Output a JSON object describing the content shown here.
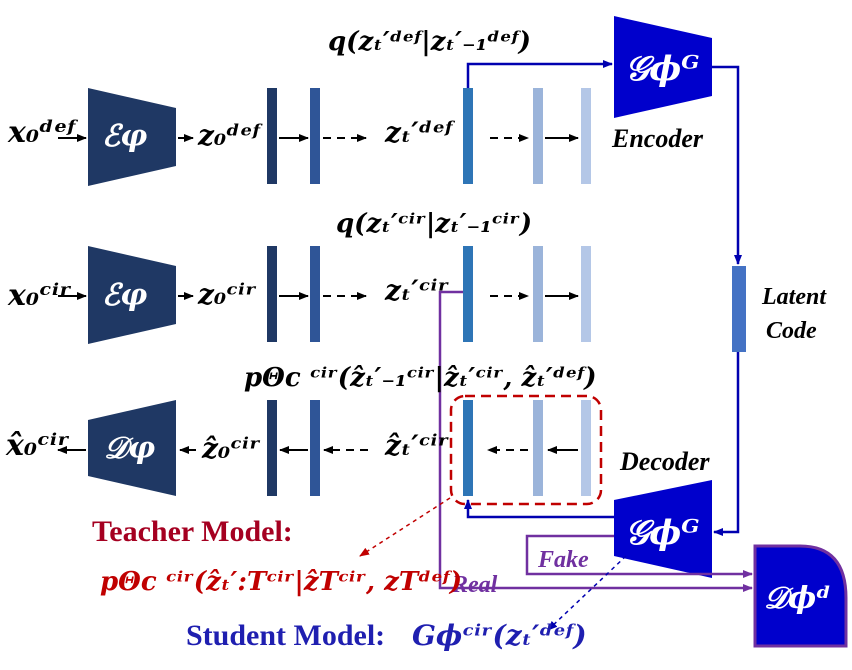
{
  "colors": {
    "dark_navy": "#1f3864",
    "bar_mid": "#2e75b6",
    "bar_light": "#9bb4da",
    "bar_lighter": "#b4c7e7",
    "gen_blue": "#0000cc",
    "line_blue": "#0000b0",
    "purple": "#7030a0",
    "teacher_red": "#a50021",
    "dashed_box": "#c00000"
  },
  "icons": {
    "encoder_trapezoid": "encoder-trapezoid-icon",
    "decoder_trapezoid": "decoder-trapezoid-icon",
    "discriminator_shape": "discriminator-d-shape-icon"
  },
  "row1": {
    "input": "x₀ᵈᵉᶠ",
    "encoder": "ℰφ",
    "latent0": "z₀ᵈᵉᶠ",
    "latent_t": "zₜ′ᵈᵉᶠ",
    "transition": "q(zₜ′ᵈᵉᶠ|zₜ′₋₁ᵈᵉᶠ)"
  },
  "row2": {
    "input": "x₀ᶜⁱʳ",
    "encoder": "ℰφ",
    "latent0": "z₀ᶜⁱʳ",
    "latent_t": "zₜ′ᶜⁱʳ",
    "transition": "q(zₜ′ᶜⁱʳ|zₜ′₋₁ᶜⁱʳ)"
  },
  "row3": {
    "output": "x̂₀ᶜⁱʳ",
    "decoder": "𝒟φ",
    "latent0": "ẑ₀ᶜⁱʳ",
    "latent_t": "ẑₜ′ᶜⁱʳ",
    "reverse": "pΘc ᶜⁱʳ(ẑₜ′₋₁ᶜⁱʳ|ẑₜ′ᶜⁱʳ, ẑₜ′ᵈᵉᶠ)"
  },
  "generator": {
    "top_symbol": "𝒢ϕᴳ",
    "bottom_symbol": "𝒢ϕᴳ",
    "encoder_label": "Encoder",
    "decoder_label": "Decoder",
    "latent_code_line1": "Latent",
    "latent_code_line2": "Code"
  },
  "discriminator": {
    "symbol": "𝒟ϕᵈ",
    "fake_label": "Fake",
    "real_label": "Real"
  },
  "teacher": {
    "title": "Teacher Model:",
    "formula": "pΘc ᶜⁱʳ(ẑₜ′:Tᶜⁱʳ|ẑTᶜⁱʳ, zTᵈᵉᶠ)"
  },
  "student": {
    "title": "Student Model:",
    "formula": "Gϕᶜⁱʳ(zₜ′ᵈᵉᶠ)"
  }
}
